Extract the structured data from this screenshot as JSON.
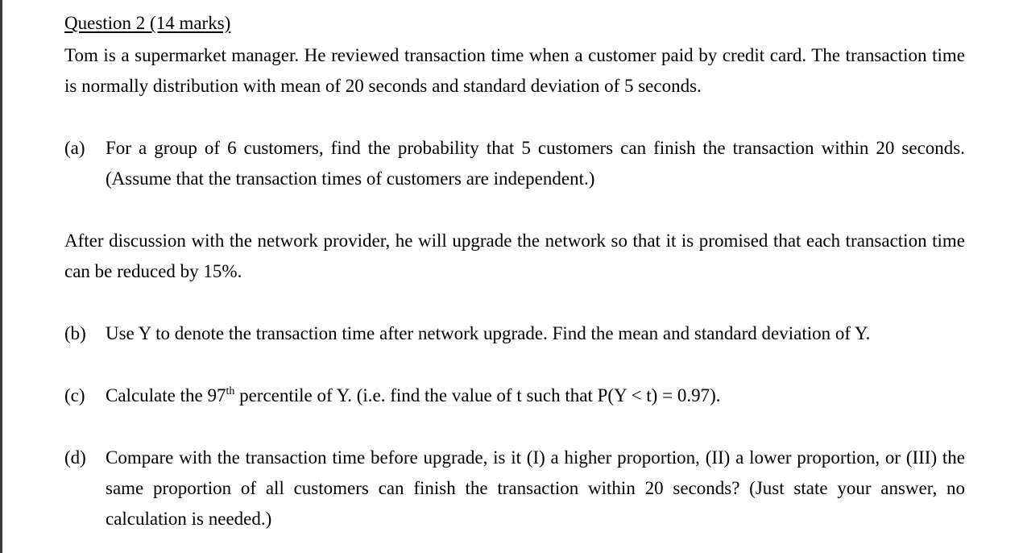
{
  "question": {
    "title": "Question 2 (14 marks)",
    "intro": "Tom is a supermarket manager.   He reviewed transaction time when a customer paid by credit card.   The transaction time is normally distribution with mean of 20 seconds and standard deviation of 5 seconds.",
    "parts": [
      {
        "label": "(a)",
        "text": "For a group of 6 customers, find the probability that 5 customers can finish the transaction within 20 seconds.   (Assume that the transaction times of customers are independent.)"
      },
      {
        "label": "(b)",
        "text": "Use Y to denote the transaction time after network upgrade.   Find the mean and standard deviation of Y."
      },
      {
        "label": "(c)",
        "text_before": "Calculate the 97",
        "superscript": "th",
        "text_after": " percentile of Y.   (i.e. find the value of t such that P(Y < t) = 0.97)."
      },
      {
        "label": "(d)",
        "text": "Compare with the transaction time before upgrade, is it (I) a higher proportion, (II) a lower proportion, or (III) the same proportion of all customers can finish the transaction within 20 seconds?   (Just state your answer, no calculation is needed.)"
      }
    ],
    "discussion": "After discussion with the network provider, he will upgrade the network so that it is promised that each transaction time can be reduced by 15%."
  }
}
